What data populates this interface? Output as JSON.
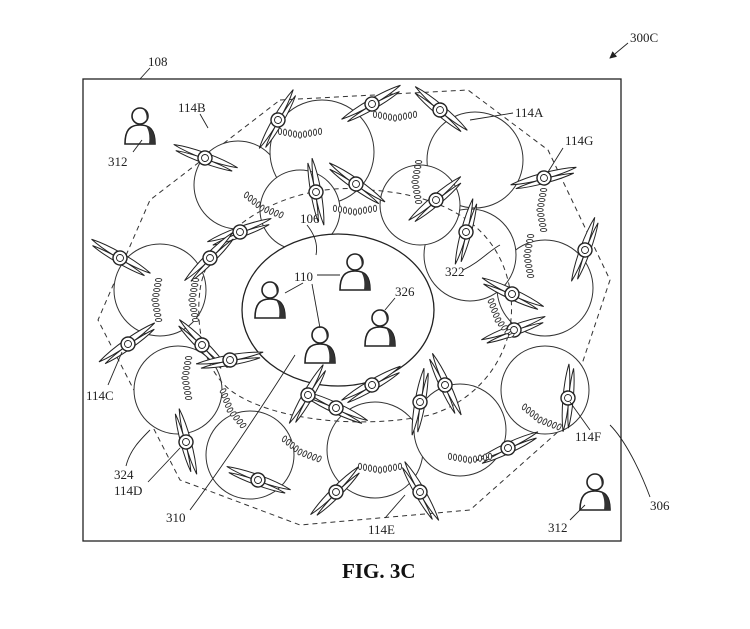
{
  "figure": {
    "caption": "FIG. 3C",
    "figure_ref": "300C",
    "labels": {
      "area": "108",
      "zone": "106",
      "people_group": "110",
      "person_326": "326",
      "person_312_a": "312",
      "person_312_b": "312",
      "drone_114A": "114A",
      "drone_114B": "114B",
      "drone_114C": "114C",
      "drone_114D": "114D",
      "drone_114E": "114E",
      "drone_114F": "114F",
      "drone_114G": "114G",
      "ref_322": "322",
      "ref_324": "324",
      "ref_310": "310",
      "ref_306": "306"
    }
  }
}
